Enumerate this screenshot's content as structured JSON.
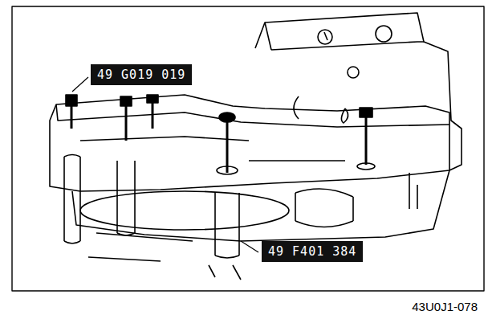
{
  "diagram": {
    "nodes": [
      {
        "text": [
          "49 G019 019"
        ]
      },
      {
        "text": [
          "49 F401 384"
        ]
      }
    ],
    "labels": [
      "43U0J1-078"
    ]
  }
}
